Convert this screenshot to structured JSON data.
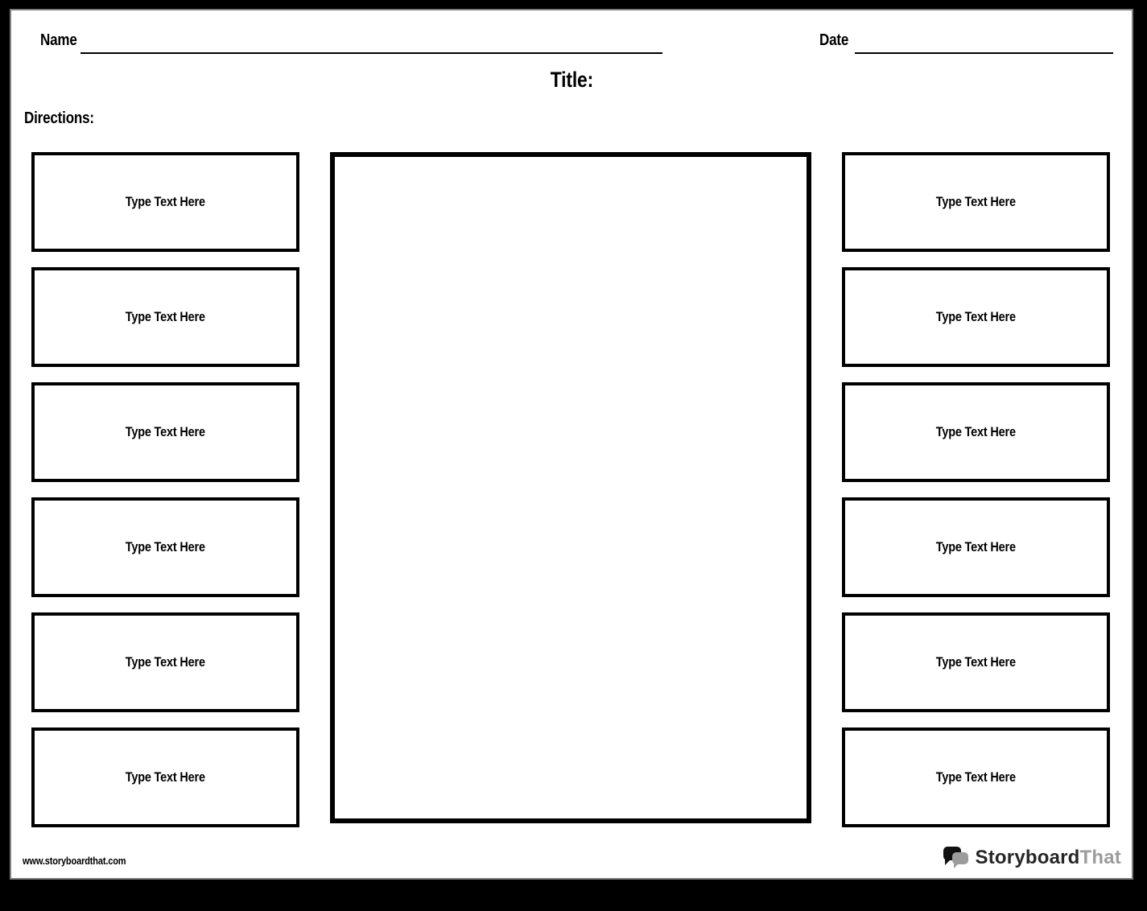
{
  "header": {
    "name_label": "Name",
    "date_label": "Date",
    "title": "Title:",
    "directions_label": "Directions:"
  },
  "left_boxes": [
    {
      "label": "Type Text Here"
    },
    {
      "label": "Type Text Here"
    },
    {
      "label": "Type Text Here"
    },
    {
      "label": "Type Text Here"
    },
    {
      "label": "Type Text Here"
    },
    {
      "label": "Type Text Here"
    }
  ],
  "right_boxes": [
    {
      "label": "Type Text Here"
    },
    {
      "label": "Type Text Here"
    },
    {
      "label": "Type Text Here"
    },
    {
      "label": "Type Text Here"
    },
    {
      "label": "Type Text Here"
    },
    {
      "label": "Type Text Here"
    }
  ],
  "footer": {
    "url": "www.storyboardthat.com",
    "logo_text_primary": "Storyboard",
    "logo_text_secondary": "That"
  },
  "colors": {
    "frame": "#000000",
    "page_edge": "#7f7f7f",
    "box_border": "#000000",
    "text": "#000000",
    "logo_gray": "#9c9c9c"
  }
}
